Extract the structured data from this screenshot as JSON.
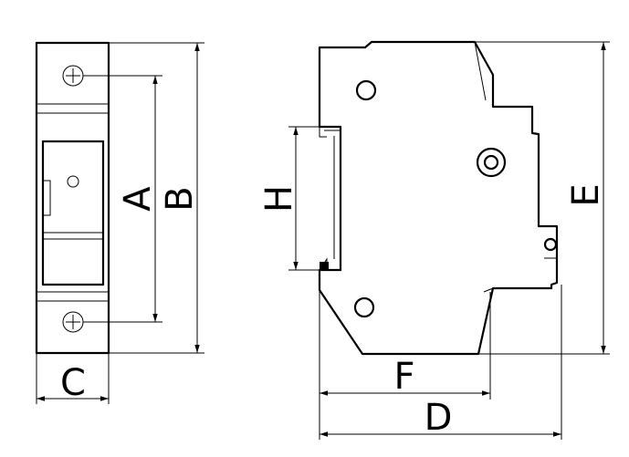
{
  "dimension_labels": {
    "A": "A",
    "B": "B",
    "C": "C",
    "D": "D",
    "E": "E",
    "F": "F",
    "H": "H"
  },
  "symbols": {
    "terminal_screw": "screw-icon",
    "mounting_hole": "hole-icon",
    "indicator_ring": "ring-icon"
  },
  "colors": {
    "line": "#000000",
    "background": "#ffffff"
  }
}
